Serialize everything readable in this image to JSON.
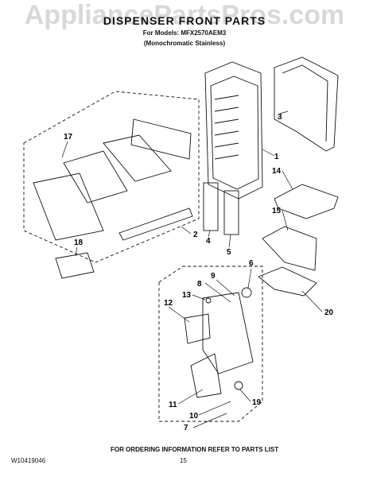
{
  "watermark": "AppliancePartsPros.com",
  "title": "DISPENSER FRONT PARTS",
  "model_line": "For Models: MFX2570AEM3",
  "finish_line": "(Monochromatic Stainless)",
  "callouts": [
    "1",
    "2",
    "3",
    "4",
    "5",
    "6",
    "7",
    "8",
    "9",
    "10",
    "11",
    "12",
    "13",
    "14",
    "15",
    "17",
    "18",
    "19",
    "20"
  ],
  "footer": {
    "left": "W10419046",
    "center": "15",
    "right": "FOR ORDERING INFORMATION REFER TO PARTS LIST"
  }
}
